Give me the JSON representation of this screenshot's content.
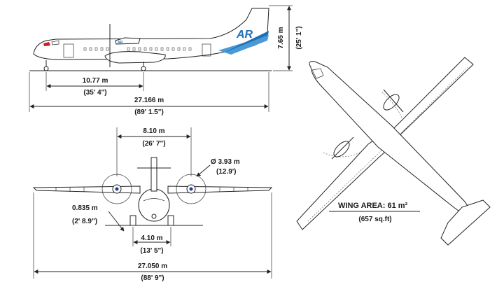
{
  "brand": {
    "tail_logo": "AR",
    "blue": "#1f6fb8",
    "light_blue": "#4a9ad8",
    "red": "#c41f1f"
  },
  "side_view": {
    "height_m": "7.65 m",
    "height_ft": "(25' 1\")",
    "wheelbase_m": "10.77 m",
    "wheelbase_ft": "(35' 4\")",
    "length_m": "27.166 m",
    "length_ft": "(89' 1.5\")"
  },
  "front_view": {
    "prop_spacing_m": "8.10 m",
    "prop_spacing_ft": "(26' 7\")",
    "prop_diameter_m": "Ø 3.93 m",
    "prop_diameter_ft": "(12.9')",
    "ground_clearance_m": "0.835 m",
    "ground_clearance_ft": "(2' 8.9\")",
    "track_m": "4.10 m",
    "track_ft": "(13' 5\")",
    "span_m": "27.050 m",
    "span_ft": "(88' 9\")"
  },
  "top_view": {
    "wing_area_label": "WING AREA: 61 m²",
    "wing_area_ft": "(657 sq.ft)"
  }
}
